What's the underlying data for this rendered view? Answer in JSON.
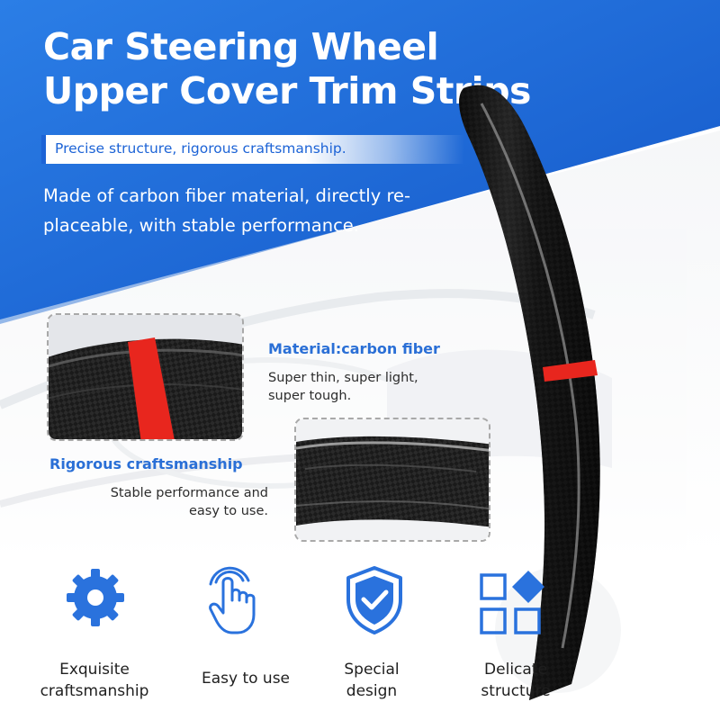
{
  "header": {
    "title": "Car Steering Wheel Upper Cover Trim Strips",
    "tagline": "Precise structure, rigorous craftsmanship.",
    "description": "Made of carbon fiber material, directly re-placeable, with stable performance."
  },
  "features": [
    {
      "title": "Material:carbon fiber",
      "description": "Super thin, super light,\nsuper tough."
    },
    {
      "title": "Rigorous craftsmanship",
      "description": "Stable performance and\neasy to use."
    }
  ],
  "benefits": [
    {
      "icon": "gear-icon",
      "label": "Exquisite\ncraftsmanship"
    },
    {
      "icon": "tap-hand-icon",
      "label": "Easy to use"
    },
    {
      "icon": "shield-check-icon",
      "label": "Special\ndesign"
    },
    {
      "icon": "grid-diamond-icon",
      "label": "Delicate\nstructure"
    }
  ],
  "colors": {
    "brand_blue": "#1c63d6",
    "accent_red": "#e8261e",
    "carbon_black": "#141414",
    "text_dark": "#1f1f1f"
  }
}
